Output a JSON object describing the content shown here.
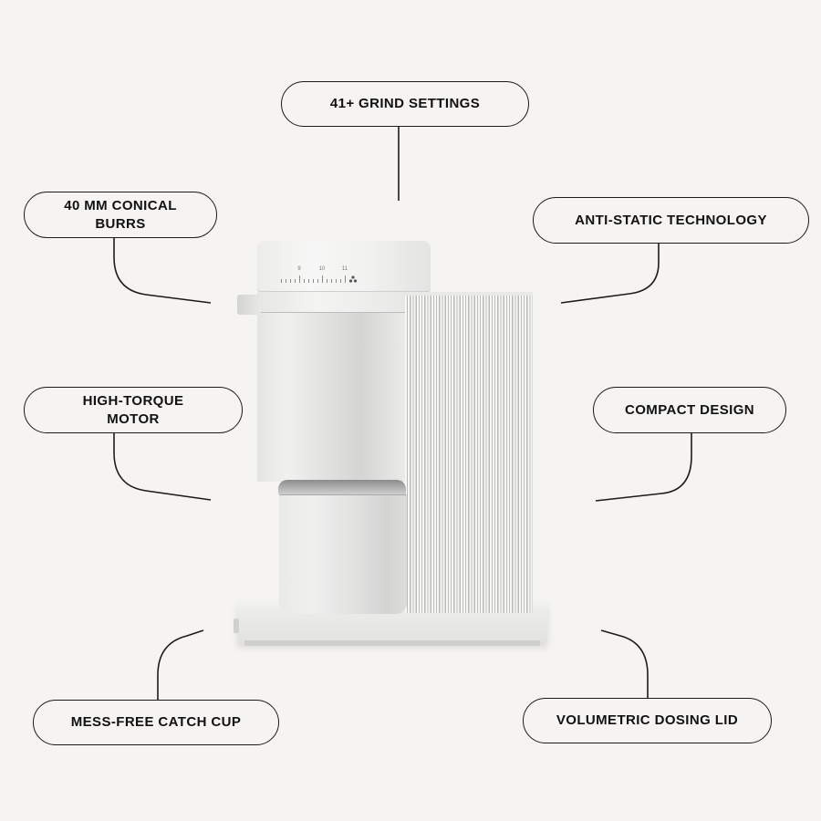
{
  "product": {
    "name": "coffee-grinder",
    "dial": {
      "scale_labels": [
        "9",
        "10",
        "11"
      ],
      "icon": "bean-cluster-icon"
    }
  },
  "callouts": [
    {
      "id": "grind-settings",
      "label": "41+ GRIND SETTINGS"
    },
    {
      "id": "conical-burrs",
      "label": "40 MM CONICAL\nBURRS"
    },
    {
      "id": "anti-static",
      "label": "ANTI-STATIC TECHNOLOGY"
    },
    {
      "id": "high-torque-motor",
      "label": "HIGH-TORQUE\nMOTOR"
    },
    {
      "id": "compact-design",
      "label": "COMPACT DESIGN"
    },
    {
      "id": "catch-cup",
      "label": "MESS-FREE CATCH CUP"
    },
    {
      "id": "dosing-lid",
      "label": "VOLUMETRIC DOSING LID"
    }
  ],
  "colors": {
    "background": "#f6f4f2",
    "outline": "#1b1b1b",
    "text": "#111111"
  }
}
